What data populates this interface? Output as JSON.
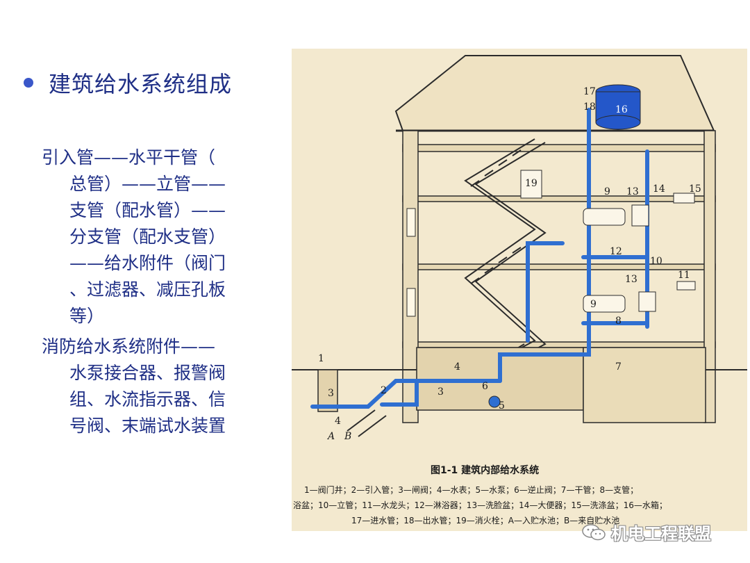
{
  "slide": {
    "title": "建筑给水系统组成",
    "paragraphs": [
      {
        "lines": [
          "引入管——水平干管（",
          "总管）——立管——",
          "支管（配水管）——",
          "分支管（配水支管）",
          "——给水附件（阀门",
          "、过滤器、减压孔板",
          "等）"
        ]
      },
      {
        "lines": [
          "消防给水系统附件——",
          "水泵接合器、报警阀",
          "组、水流指示器、信",
          "号阀、末端试水装置"
        ]
      }
    ]
  },
  "figure": {
    "caption": "图1-1  建筑内部给水系统",
    "legend": [
      "1—阀门井；2—引入管；3—闸阀；4—水表；5—水泵；6—逆止阀；7—干管；8—支管；",
      "浴盆；10—立管；11—水龙头；12—淋浴器；13—洗脸盆；14—大便器；15—洗涤盆；16—水箱；",
      "17—进水管；18—出水管；19—消火栓；A—入贮水池；B—来自贮水池"
    ],
    "labels": {
      "n1": "1",
      "n2": "2",
      "n3": "3",
      "n4": "4",
      "n5": "5",
      "n6": "6",
      "n7": "7",
      "n8": "8",
      "n9a": "9",
      "n9b": "9",
      "n10": "10",
      "n11": "11",
      "n12": "12",
      "n13a": "13",
      "n13b": "13",
      "n14": "14",
      "n15": "15",
      "n16": "16",
      "n17": "17",
      "n18": "18",
      "n19": "19",
      "nA": "A",
      "nB": "B"
    },
    "colors": {
      "paper": "#f3e9cf",
      "ink": "#2b2b2b",
      "pipe": "#2f6fd1",
      "tank": "#2457c9"
    }
  },
  "watermark": {
    "text": "机电工程联盟",
    "icon": "wechat-icon"
  }
}
